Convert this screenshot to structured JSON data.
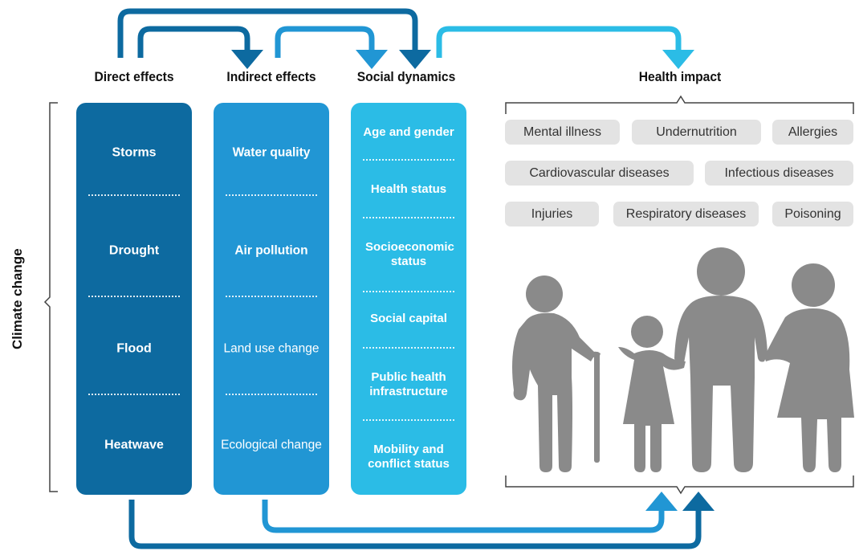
{
  "headers": {
    "direct": "Direct effects",
    "indirect": "Indirect effects",
    "social": "Social dynamics",
    "health": "Health impact"
  },
  "side_label": "Climate change",
  "direct_effects": [
    "Storms",
    "Drought",
    "Flood",
    "Heatwave"
  ],
  "indirect_effects": [
    "Water quality",
    "Air pollution",
    "Land use change",
    "Ecological change"
  ],
  "social_dynamics": [
    "Age and gender",
    "Health status",
    "Socioeconomic status",
    "Social capital",
    "Public health infrastructure",
    "Mobility and conflict status"
  ],
  "health_impacts": [
    "Mental illness",
    "Undernutrition",
    "Allergies",
    "Cardiovascular diseases",
    "Infectious diseases",
    "Injuries",
    "Respiratory diseases",
    "Poisoning"
  ],
  "colors": {
    "direct": "#0d6aa0",
    "indirect": "#2196d4",
    "social": "#2bbce6",
    "people": "#8a8a8a",
    "pill": "#e3e3e3"
  }
}
